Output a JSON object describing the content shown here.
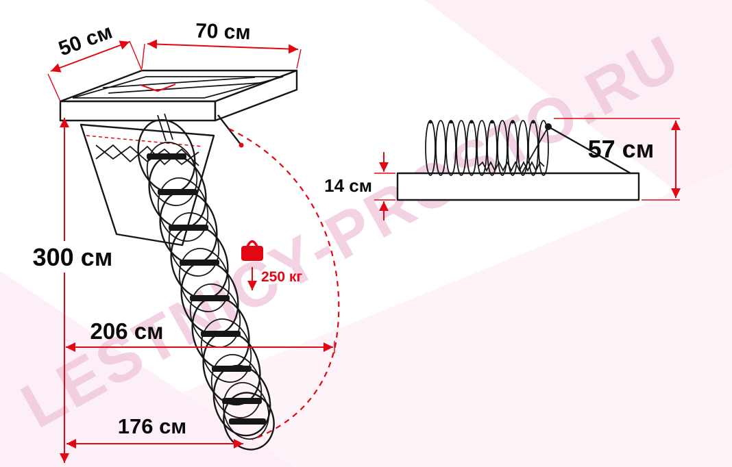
{
  "watermark": {
    "text": "LESTNICY-PROSTO.RU"
  },
  "diagram": {
    "left": {
      "hatch_depth": "50 см",
      "hatch_width": "70 см",
      "room_height": "300 см",
      "swing_clearance": "206 см",
      "floor_projection": "176 см",
      "max_load": "250 кг"
    },
    "right": {
      "folded_stack_height": "57 см",
      "box_thickness": "14 см"
    }
  },
  "colors": {
    "dimension_red": "#e30613",
    "line_black": "#161616",
    "watermark_pink": "#efc3da",
    "background_pink": "#fdeff6"
  }
}
